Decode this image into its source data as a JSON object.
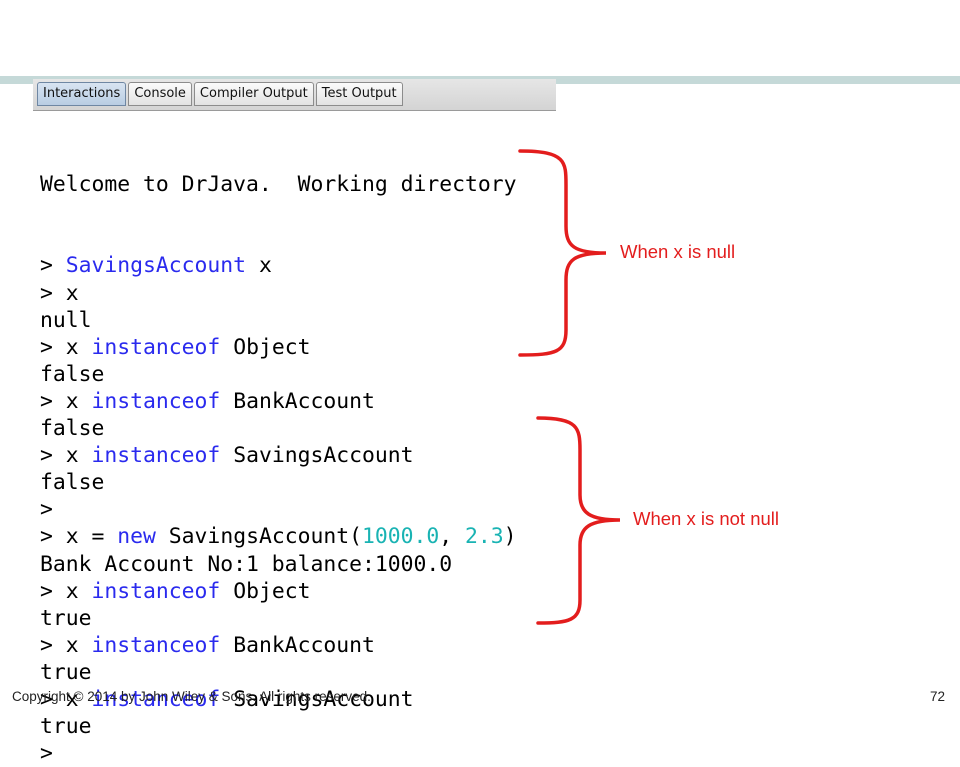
{
  "tabs": [
    {
      "label": "Interactions",
      "active": true
    },
    {
      "label": "Console",
      "active": false
    },
    {
      "label": "Compiler Output",
      "active": false
    },
    {
      "label": "Test Output",
      "active": false
    }
  ],
  "console": {
    "welcome_line": "Welcome to DrJava.  Working directory",
    "lines": [
      [
        {
          "t": "> "
        },
        {
          "t": "SavingsAccount",
          "c": "kw-blue"
        },
        {
          "t": " x"
        }
      ],
      [
        {
          "t": "> x"
        }
      ],
      [
        {
          "t": "null"
        }
      ],
      [
        {
          "t": "> x "
        },
        {
          "t": "instanceof",
          "c": "kw-blue"
        },
        {
          "t": " Object"
        }
      ],
      [
        {
          "t": "false"
        }
      ],
      [
        {
          "t": "> x "
        },
        {
          "t": "instanceof",
          "c": "kw-blue"
        },
        {
          "t": " BankAccount"
        }
      ],
      [
        {
          "t": "false"
        }
      ],
      [
        {
          "t": "> x "
        },
        {
          "t": "instanceof",
          "c": "kw-blue"
        },
        {
          "t": " SavingsAccount"
        }
      ],
      [
        {
          "t": "false"
        }
      ],
      [
        {
          "t": ">"
        }
      ],
      [
        {
          "t": "> x = "
        },
        {
          "t": "new",
          "c": "kw-blue"
        },
        {
          "t": " SavingsAccount("
        },
        {
          "t": "1000.0",
          "c": "kw-num"
        },
        {
          "t": ", "
        },
        {
          "t": "2.3",
          "c": "kw-num"
        },
        {
          "t": ")"
        }
      ],
      [
        {
          "t": "Bank Account No:1 balance:1000.0"
        }
      ],
      [
        {
          "t": "> x "
        },
        {
          "t": "instanceof",
          "c": "kw-blue"
        },
        {
          "t": " Object"
        }
      ],
      [
        {
          "t": "true"
        }
      ],
      [
        {
          "t": "> x "
        },
        {
          "t": "instanceof",
          "c": "kw-blue"
        },
        {
          "t": " BankAccount"
        }
      ],
      [
        {
          "t": "true"
        }
      ],
      [
        {
          "t": "> x "
        },
        {
          "t": "instanceof",
          "c": "kw-blue"
        },
        {
          "t": " SavingsAccount"
        }
      ],
      [
        {
          "t": "true"
        }
      ],
      [
        {
          "t": ">"
        }
      ]
    ]
  },
  "annotations": {
    "null_label": "When x is null",
    "not_null_label": "When x is not null"
  },
  "footer": {
    "copyright": "Copyright © 2014 by John Wiley & Sons.  All rights reserved.",
    "page_number": "72"
  },
  "colors": {
    "keyword": "#2a2aee",
    "number_literal": "#19b3b3",
    "annotation": "#e31d1d",
    "header_rule": "#c5d9d8"
  }
}
